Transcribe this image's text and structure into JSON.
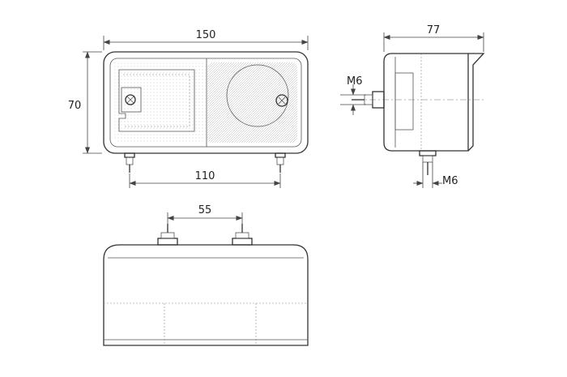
{
  "dimensions": {
    "width_front": "150",
    "height_front": "70",
    "stud_spacing_front": "110",
    "depth_side": "77",
    "thread_side_top": "M6",
    "thread_side_bottom": "M6",
    "stud_spacing_bottom": "55"
  }
}
